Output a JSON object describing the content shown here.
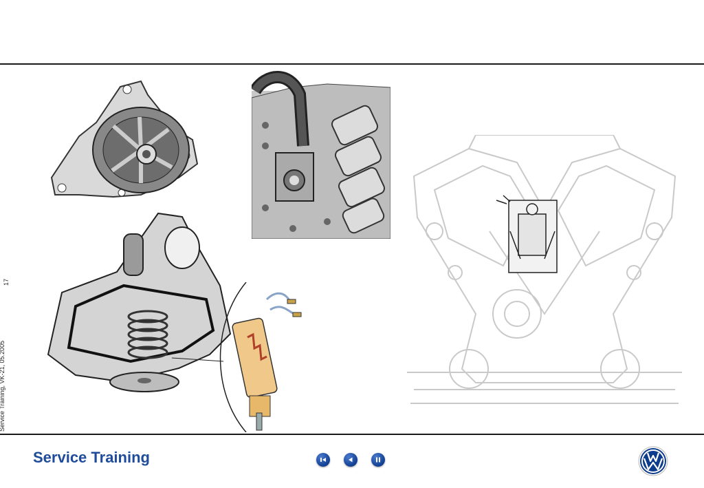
{
  "sidebar": {
    "page_number": "17",
    "footer_note": "Service Training, VK-21, 05.2005"
  },
  "footer": {
    "title": "Service Training",
    "nav_buttons": [
      {
        "name": "first",
        "icon": "rewind-to-start-icon"
      },
      {
        "name": "previous",
        "icon": "play-back-icon"
      },
      {
        "name": "pause",
        "icon": "pause-icon"
      }
    ],
    "brand_logo": "vw-logo",
    "colors": {
      "title": "#1f4b9b",
      "button": "#1b4aa0",
      "rule": "#1a1a1a"
    }
  },
  "illustrations": [
    {
      "name": "water-pump-illustration"
    },
    {
      "name": "coolant-hose-cylinder-head-illustration"
    },
    {
      "name": "engine-cross-section-illustration"
    },
    {
      "name": "thermostat-housing-illustration"
    },
    {
      "name": "thermostat-heater-detail-illustration"
    }
  ]
}
